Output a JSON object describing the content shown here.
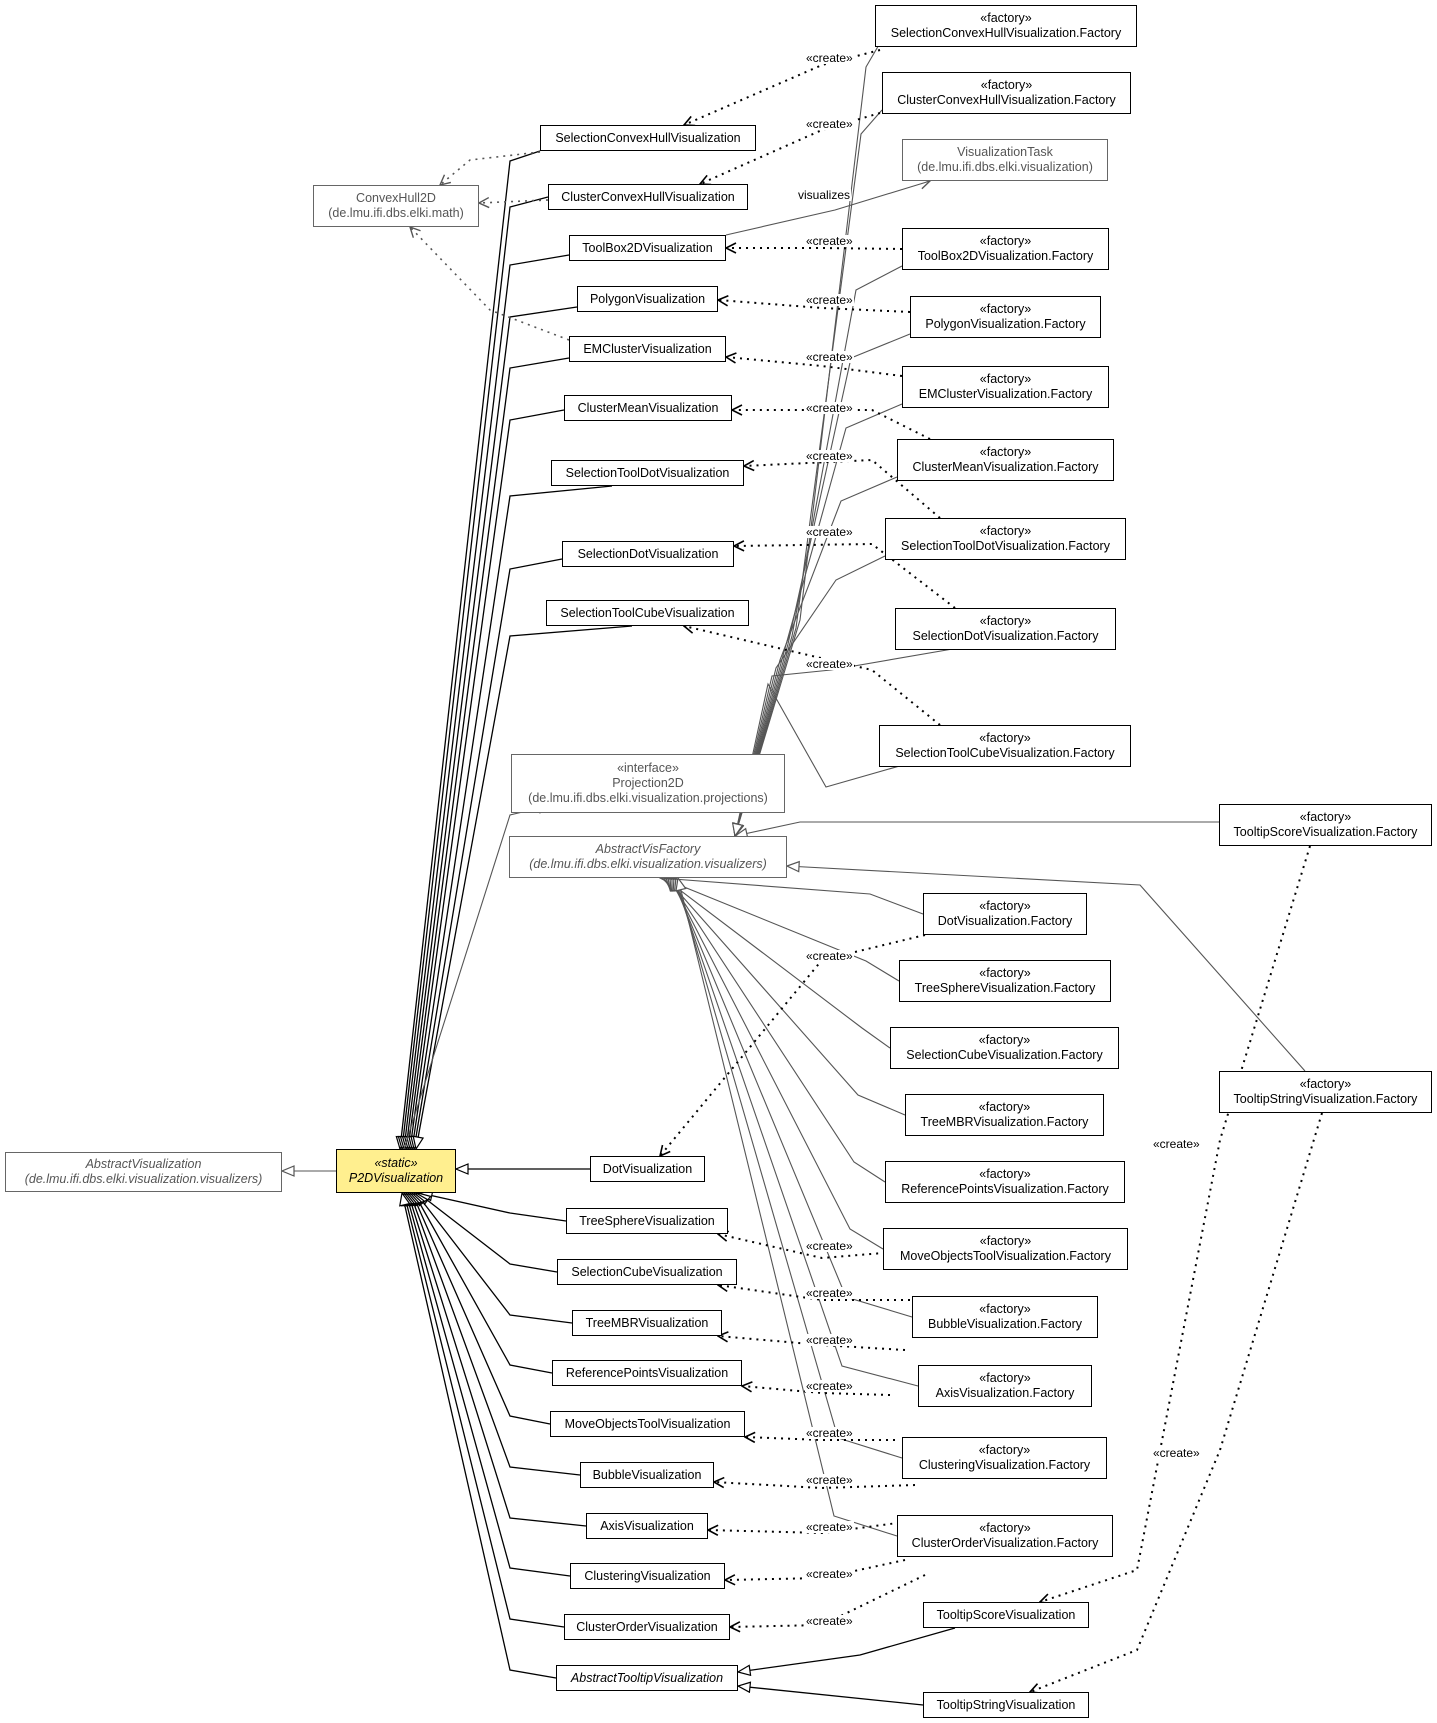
{
  "classes": {
    "p2d": {
      "stereotype": "«static»",
      "name": "P2DVisualization"
    },
    "abstract_vis": {
      "name": "AbstractVisualization",
      "package": "(de.lmu.ifi.dbs.elki.visualization.visualizers)"
    },
    "convex_hull": {
      "name": "ConvexHull2D",
      "package": "(de.lmu.ifi.dbs.elki.math)"
    },
    "vis_task": {
      "name": "VisualizationTask",
      "package": "(de.lmu.ifi.dbs.elki.visualization)"
    },
    "projection2d": {
      "stereotype": "«interface»",
      "name": "Projection2D",
      "package": "(de.lmu.ifi.dbs.elki.visualization.projections)"
    },
    "abstract_vis_factory": {
      "name": "AbstractVisFactory",
      "package": "(de.lmu.ifi.dbs.elki.visualization.visualizers)"
    },
    "selection_convex_hull": {
      "name": "SelectionConvexHullVisualization"
    },
    "cluster_convex_hull": {
      "name": "ClusterConvexHullVisualization"
    },
    "toolbox2d": {
      "name": "ToolBox2DVisualization"
    },
    "polygon": {
      "name": "PolygonVisualization"
    },
    "em_cluster": {
      "name": "EMClusterVisualization"
    },
    "cluster_mean": {
      "name": "ClusterMeanVisualization"
    },
    "selection_tool_dot": {
      "name": "SelectionToolDotVisualization"
    },
    "selection_dot": {
      "name": "SelectionDotVisualization"
    },
    "selection_tool_cube": {
      "name": "SelectionToolCubeVisualization"
    },
    "dot": {
      "name": "DotVisualization"
    },
    "tree_sphere": {
      "name": "TreeSphereVisualization"
    },
    "selection_cube": {
      "name": "SelectionCubeVisualization"
    },
    "tree_mbr": {
      "name": "TreeMBRVisualization"
    },
    "reference_points": {
      "name": "ReferencePointsVisualization"
    },
    "move_objects_tool": {
      "name": "MoveObjectsToolVisualization"
    },
    "bubble": {
      "name": "BubbleVisualization"
    },
    "axis": {
      "name": "AxisVisualization"
    },
    "clustering": {
      "name": "ClusteringVisualization"
    },
    "cluster_order": {
      "name": "ClusterOrderVisualization"
    },
    "abstract_tooltip": {
      "name": "AbstractTooltipVisualization"
    },
    "tooltip_score": {
      "name": "TooltipScoreVisualization"
    },
    "tooltip_string": {
      "name": "TooltipStringVisualization"
    },
    "f_selection_convex_hull": {
      "stereotype": "«factory»",
      "name": "SelectionConvexHullVisualization.Factory"
    },
    "f_cluster_convex_hull": {
      "stereotype": "«factory»",
      "name": "ClusterConvexHullVisualization.Factory"
    },
    "f_toolbox2d": {
      "stereotype": "«factory»",
      "name": "ToolBox2DVisualization.Factory"
    },
    "f_polygon": {
      "stereotype": "«factory»",
      "name": "PolygonVisualization.Factory"
    },
    "f_em_cluster": {
      "stereotype": "«factory»",
      "name": "EMClusterVisualization.Factory"
    },
    "f_cluster_mean": {
      "stereotype": "«factory»",
      "name": "ClusterMeanVisualization.Factory"
    },
    "f_selection_tool_dot": {
      "stereotype": "«factory»",
      "name": "SelectionToolDotVisualization.Factory"
    },
    "f_selection_dot": {
      "stereotype": "«factory»",
      "name": "SelectionDotVisualization.Factory"
    },
    "f_selection_tool_cube": {
      "stereotype": "«factory»",
      "name": "SelectionToolCubeVisualization.Factory"
    },
    "f_tooltip_score": {
      "stereotype": "«factory»",
      "name": "TooltipScoreVisualization.Factory"
    },
    "f_dot": {
      "stereotype": "«factory»",
      "name": "DotVisualization.Factory"
    },
    "f_tree_sphere": {
      "stereotype": "«factory»",
      "name": "TreeSphereVisualization.Factory"
    },
    "f_selection_cube": {
      "stereotype": "«factory»",
      "name": "SelectionCubeVisualization.Factory"
    },
    "f_tree_mbr": {
      "stereotype": "«factory»",
      "name": "TreeMBRVisualization.Factory"
    },
    "f_reference_points": {
      "stereotype": "«factory»",
      "name": "ReferencePointsVisualization.Factory"
    },
    "f_move_objects_tool": {
      "stereotype": "«factory»",
      "name": "MoveObjectsToolVisualization.Factory"
    },
    "f_bubble": {
      "stereotype": "«factory»",
      "name": "BubbleVisualization.Factory"
    },
    "f_axis": {
      "stereotype": "«factory»",
      "name": "AxisVisualization.Factory"
    },
    "f_clustering": {
      "stereotype": "«factory»",
      "name": "ClusteringVisualization.Factory"
    },
    "f_cluster_order": {
      "stereotype": "«factory»",
      "name": "ClusterOrderVisualization.Factory"
    },
    "f_tooltip_string": {
      "stereotype": "«factory»",
      "name": "TooltipStringVisualization.Factory"
    }
  },
  "edge_labels": {
    "create": "«create»",
    "visualizes": "visualizes"
  },
  "colors": {
    "focus_fill": "#ffef8f",
    "external_border": "#666666",
    "line": "#000000",
    "gray_line": "#555555"
  }
}
